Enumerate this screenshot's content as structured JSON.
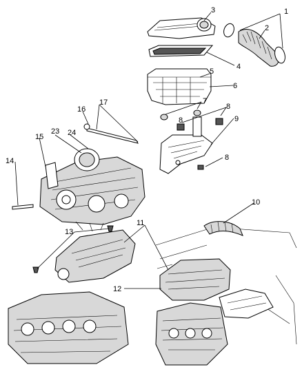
{
  "callouts": {
    "c1": "1",
    "c2": "2",
    "c3": "3",
    "c4": "4",
    "c5": "5",
    "c6": "6",
    "c7": "7",
    "c8a": "8",
    "c8b": "8",
    "c8c": "8",
    "c9": "9",
    "c10": "10",
    "c11": "11",
    "c12": "12",
    "c13": "13",
    "c14": "14",
    "c15": "15",
    "c16": "16",
    "c17": "17",
    "c23": "23",
    "c24": "24"
  }
}
